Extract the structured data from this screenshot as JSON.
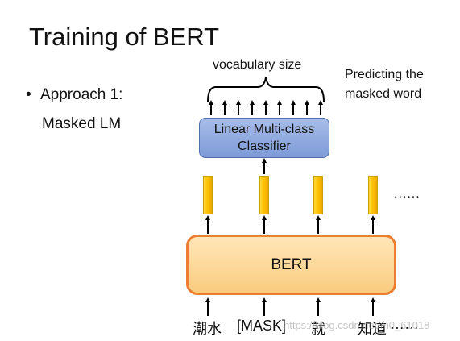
{
  "slide": {
    "title": "Training of BERT",
    "bullet": "Approach 1:",
    "bullet_sub": "Masked LM"
  },
  "diagram": {
    "vocab_label": "vocabulary size",
    "prediction_label_line1": "Predicting the",
    "prediction_label_line2": "masked word",
    "classifier_line1": "Linear Multi-class",
    "classifier_line2": "Classifier",
    "encoder_label": "BERT",
    "output_ellipsis": "......",
    "input_tokens": [
      "潮水",
      "[MASK]",
      "就",
      "知道"
    ],
    "input_ellipsis": "……"
  },
  "watermark": "https://blog.csdn.net/m0_61018"
}
